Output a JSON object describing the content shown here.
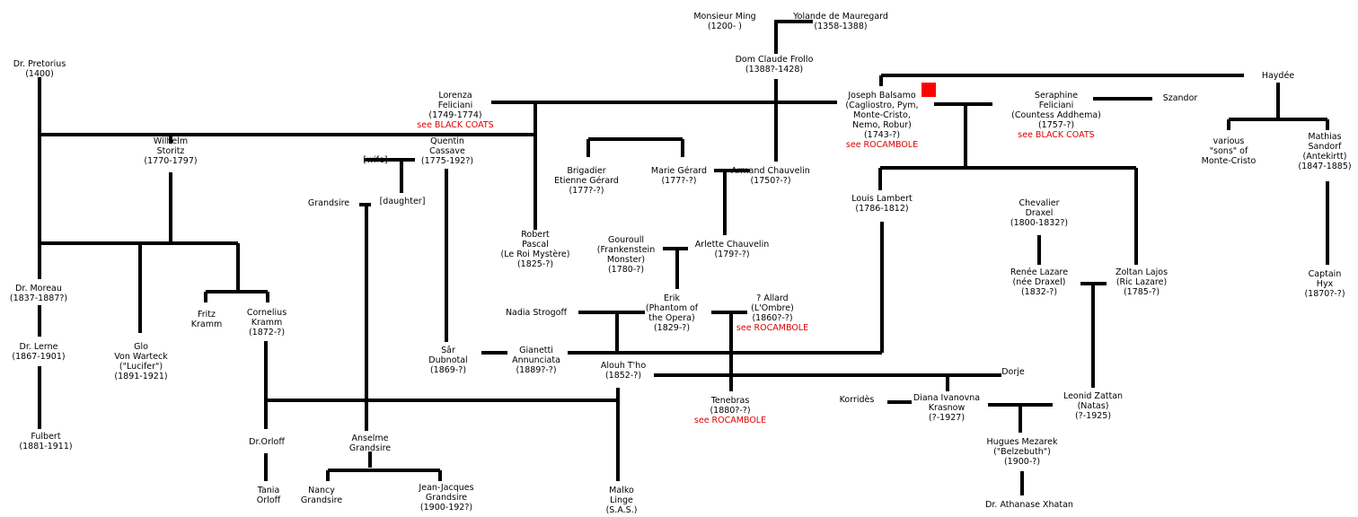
{
  "diagram": {
    "title": "Family tree of pulp characters",
    "accent_colors": {
      "line": "#000000",
      "reference_text": "#e00000",
      "marker": "#ff0000"
    },
    "nodes": [
      {
        "id": "ming",
        "lines": [
          "Monsieur Ming",
          "(1200- )"
        ]
      },
      {
        "id": "yolande",
        "lines": [
          "Yolande de Mauregard",
          "(1358-1388)"
        ]
      },
      {
        "id": "frollo",
        "lines": [
          "Dom Claude Frollo",
          "(1388?-1428)"
        ]
      },
      {
        "id": "pretorius",
        "lines": [
          "Dr. Pretorius",
          "(1400)"
        ]
      },
      {
        "id": "lorenza",
        "lines": [
          "Lorenza",
          "Feliciani",
          "(1749-1774)"
        ],
        "ref": "see BLACK COATS"
      },
      {
        "id": "balsamo",
        "lines": [
          "Joseph Balsamo",
          "(Cagliostro, Pym,",
          "Monte-Cristo,",
          "Nemo, Robur)",
          "(1743-?)"
        ],
        "ref": "see ROCAMBOLE"
      },
      {
        "id": "seraphine",
        "lines": [
          "Seraphine",
          "Feliciani",
          "(Countess Addhema)",
          "(1757-?)"
        ],
        "ref": "see BLACK COATS"
      },
      {
        "id": "szandor",
        "lines": [
          "Szandor"
        ]
      },
      {
        "id": "haydee",
        "lines": [
          "Haydée"
        ]
      },
      {
        "id": "sons",
        "lines": [
          "various",
          "\"sons\" of",
          "Monte-Cristo"
        ]
      },
      {
        "id": "sandorf",
        "lines": [
          "Mathias",
          "Sandorf",
          "(Antekirtt)",
          "(1847-1885)"
        ]
      },
      {
        "id": "storitz",
        "lines": [
          "Wilhelm",
          "Storitz",
          "(1770-1797)"
        ]
      },
      {
        "id": "wife",
        "lines": [
          "[wife]"
        ]
      },
      {
        "id": "cassave",
        "lines": [
          "Quentin",
          "Cassave",
          "(1775-192?)"
        ]
      },
      {
        "id": "grandsire",
        "lines": [
          "Grandsire"
        ]
      },
      {
        "id": "daughter",
        "lines": [
          "[daughter]"
        ]
      },
      {
        "id": "etienne",
        "lines": [
          "Brigadier",
          "Etienne Gérard",
          "(177?-?)"
        ]
      },
      {
        "id": "marie",
        "lines": [
          "Marie Gérard",
          "(177?-?)"
        ]
      },
      {
        "id": "armand",
        "lines": [
          "Armand Chauvelin",
          "(1750?-?)"
        ]
      },
      {
        "id": "lambert",
        "lines": [
          "Louis Lambert",
          "(1786-1812)"
        ]
      },
      {
        "id": "draxel",
        "lines": [
          "Chevalier",
          "Draxel",
          "(1800-1832?)"
        ]
      },
      {
        "id": "pascal",
        "lines": [
          "Robert",
          "Pascal",
          "(Le Roi Mystère)",
          "(1825-?)"
        ]
      },
      {
        "id": "gouroull",
        "lines": [
          "Gouroull",
          "(Frankenstein",
          "Monster)",
          "(1780-?)"
        ]
      },
      {
        "id": "arlette",
        "lines": [
          "Arlette Chauvelin",
          "(179?-?)"
        ]
      },
      {
        "id": "renee",
        "lines": [
          "Renée Lazare",
          "(née Draxel)",
          "(1832-?)"
        ]
      },
      {
        "id": "zoltan",
        "lines": [
          "Zoltan Lajos",
          "(Ric Lazare)",
          "(1785-?)"
        ]
      },
      {
        "id": "hyx",
        "lines": [
          "Captain",
          "Hyx",
          "(1870?-?)"
        ]
      },
      {
        "id": "moreau",
        "lines": [
          "Dr. Moreau",
          "(1837-1887?)"
        ]
      },
      {
        "id": "fritz",
        "lines": [
          "Fritz",
          "Kramm"
        ]
      },
      {
        "id": "cornelius",
        "lines": [
          "Cornelius",
          "Kramm",
          "(1872-?)"
        ]
      },
      {
        "id": "nadia",
        "lines": [
          "Nadia Strogoff"
        ]
      },
      {
        "id": "erik",
        "lines": [
          "Erik",
          "(Phantom of",
          "the Opera)",
          "(1829-?)"
        ]
      },
      {
        "id": "allard",
        "lines": [
          "? Allard",
          "(L'Ombre)",
          "(1860?-?)"
        ],
        "ref": "see ROCAMBOLE"
      },
      {
        "id": "lerne",
        "lines": [
          "Dr. Lerne",
          "(1867-1901)"
        ]
      },
      {
        "id": "glo",
        "lines": [
          "Glo",
          "Von Warteck",
          "(\"Lucifer\")",
          "(1891-1921)"
        ]
      },
      {
        "id": "sar",
        "lines": [
          "Sâr",
          "Dubnotal",
          "(1869-?)"
        ]
      },
      {
        "id": "gianetti",
        "lines": [
          "Gianetti",
          "Annunciata",
          "(1889?-?)"
        ]
      },
      {
        "id": "alouh",
        "lines": [
          "Alouh T'ho",
          "(1852-?)"
        ]
      },
      {
        "id": "dorje",
        "lines": [
          "Dorje"
        ]
      },
      {
        "id": "tenebras",
        "lines": [
          "Tenebras",
          "(1880?-?)"
        ],
        "ref": "see ROCAMBOLE"
      },
      {
        "id": "korrides",
        "lines": [
          "Korridès"
        ]
      },
      {
        "id": "diana",
        "lines": [
          "Diana Ivanovna",
          "Krasnow",
          "(?-1927)"
        ]
      },
      {
        "id": "leonid",
        "lines": [
          "Leonid Zattan",
          "(Natas)",
          "(?-1925)"
        ]
      },
      {
        "id": "fulbert",
        "lines": [
          "Fulbert",
          "(1881-1911)"
        ]
      },
      {
        "id": "orloff",
        "lines": [
          "Dr.Orloff"
        ]
      },
      {
        "id": "anselme",
        "lines": [
          "Anselme",
          "Grandsire"
        ]
      },
      {
        "id": "hugues",
        "lines": [
          "Hugues Mezarek",
          "(\"Belzebuth\")",
          "(1900-?)"
        ]
      },
      {
        "id": "tania",
        "lines": [
          "Tania",
          "Orloff"
        ]
      },
      {
        "id": "nancy",
        "lines": [
          "Nancy",
          "Grandsire"
        ]
      },
      {
        "id": "jeanjacques",
        "lines": [
          "Jean-Jacques",
          "Grandsire",
          "(1900-192?)"
        ]
      },
      {
        "id": "malko",
        "lines": [
          "Malko",
          "Linge",
          "(S.A.S.)"
        ]
      },
      {
        "id": "xhatan",
        "lines": [
          "Dr. Athanase Xhatan"
        ]
      }
    ]
  }
}
